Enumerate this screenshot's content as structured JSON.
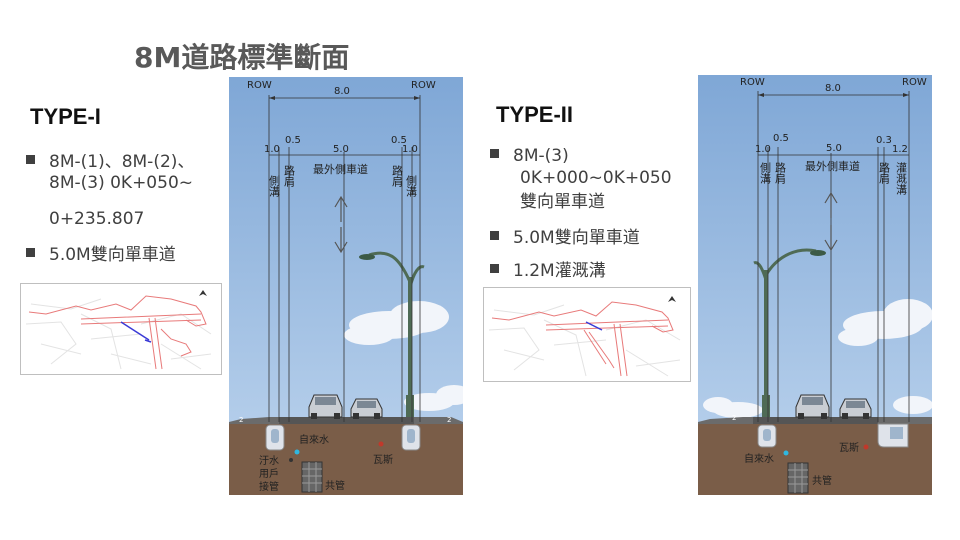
{
  "title": "8M道路標準斷面",
  "type1": {
    "heading": "TYPE-I",
    "bullets": [
      "8M-(1)、8M-(2)、",
      "8M-(3) 0K+050~",
      "0+235.807",
      "5.0M雙向單車道"
    ],
    "diagram": {
      "row_left": "ROW",
      "row_right": "ROW",
      "total_width": "8.0",
      "dims": [
        "1.0",
        "0.5",
        "5.0",
        "0.5",
        "1.0"
      ],
      "col_labels": {
        "ditch_l": "側溝",
        "shoulder_l": "路肩",
        "lane": "最外側車道",
        "shoulder_r": "路肩",
        "ditch_r": "側溝"
      },
      "utilities": {
        "water": "自來水",
        "sewer": "汙水用戶接管",
        "common": "共管",
        "gas": "瓦斯"
      },
      "slope_l": "2",
      "slope_r": "2"
    }
  },
  "type2": {
    "heading": "TYPE-II",
    "bullets": [
      "8M-(3)",
      "0K+000~0K+050",
      "雙向單車道",
      "5.0M雙向單車道",
      "1.2M灌溉溝"
    ],
    "diagram": {
      "row_left": "ROW",
      "row_right": "ROW",
      "total_width": "8.0",
      "dims": [
        "1.0",
        "0.5",
        "5.0",
        "0.3",
        "1.2"
      ],
      "col_labels": {
        "ditch_l": "側溝",
        "shoulder_l": "路肩",
        "lane": "最外側車道",
        "shoulder_r": "路肩",
        "irrigation": "灌溉溝"
      },
      "utilities": {
        "water": "自來水",
        "common": "共管",
        "gas": "瓦斯"
      },
      "slope_l": "2"
    }
  },
  "colors": {
    "sky_top": "#7fa7d6",
    "sky_bottom": "#a9c6e8",
    "soil": "#7a5d48",
    "road": "#555555",
    "pole": "#4f6b55",
    "water_dot": "#2fb7e0",
    "gas_dot": "#c0392b"
  }
}
